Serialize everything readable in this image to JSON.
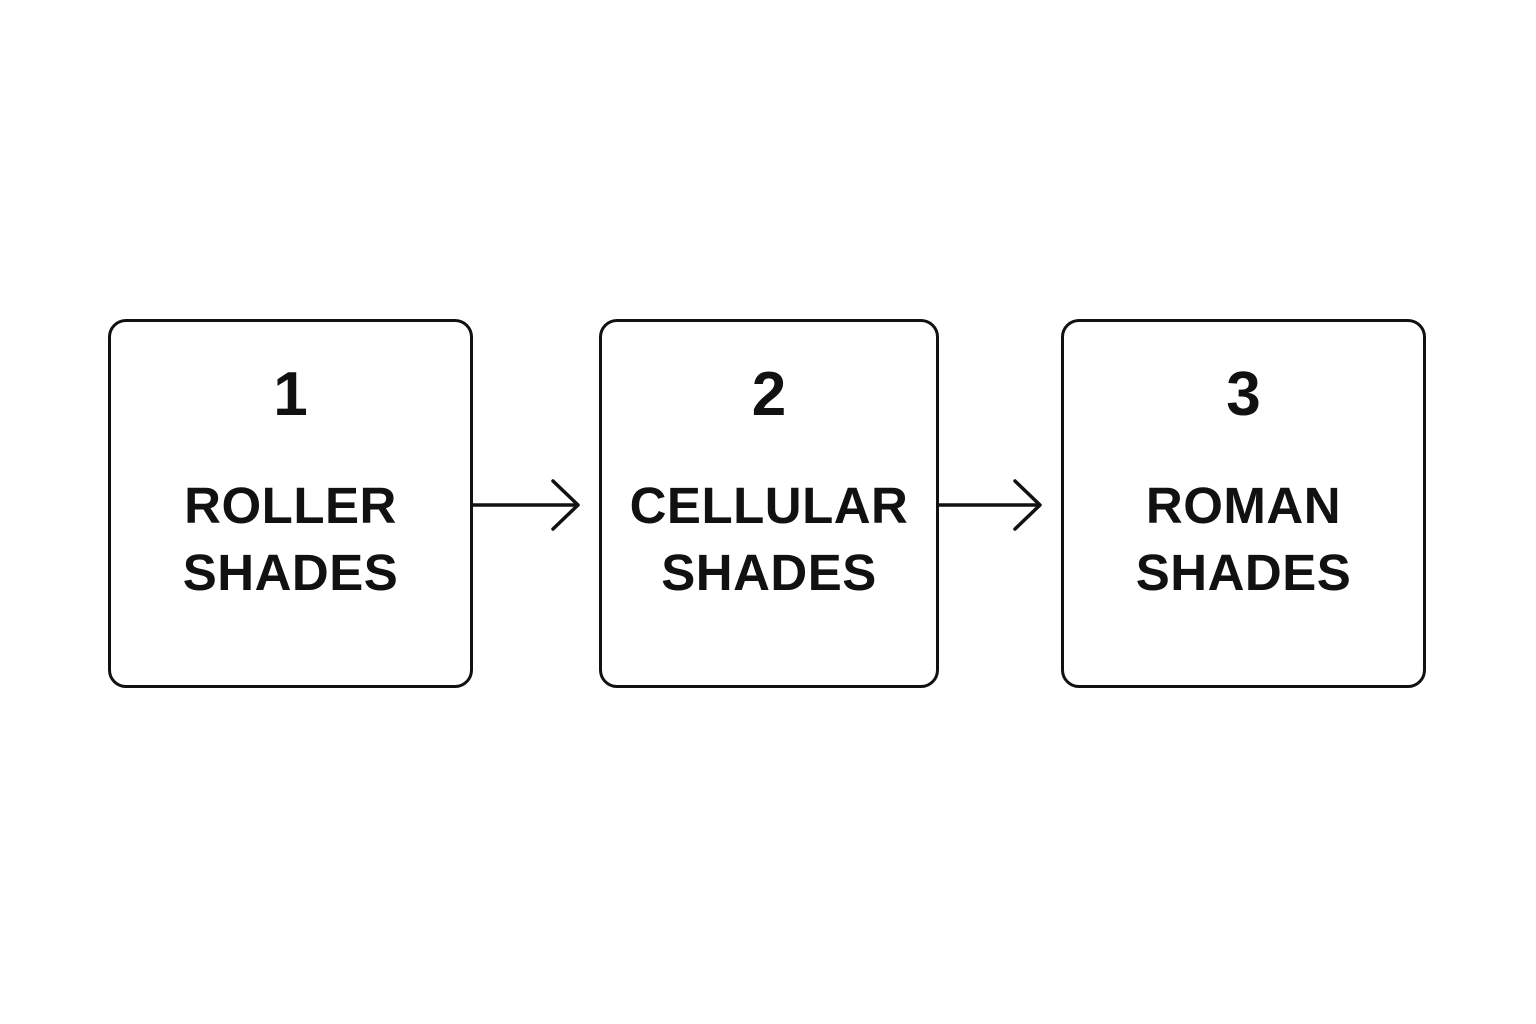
{
  "steps": [
    {
      "number": "1",
      "line1": "ROLLER",
      "line2": "SHADES"
    },
    {
      "number": "2",
      "line1": "CELLULAR",
      "line2": "SHADES"
    },
    {
      "number": "3",
      "line1": "ROMAN",
      "line2": "SHADES"
    }
  ],
  "colors": {
    "stroke": "#111111",
    "background": "#ffffff"
  },
  "icons": {
    "connector": "arrow-right-icon"
  }
}
